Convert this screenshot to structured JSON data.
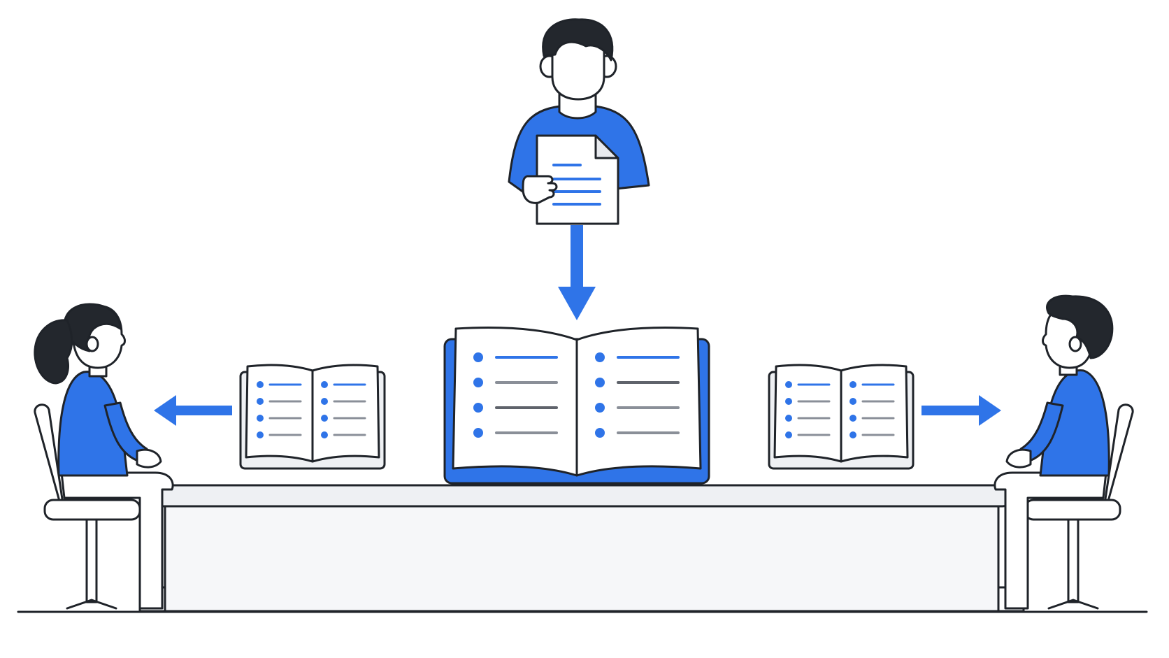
{
  "colors": {
    "accent": "#2f74e8",
    "ink": "#1f2329",
    "paper": "#ffffff",
    "table_top": "#eef0f3",
    "table_body": "#f6f7f9",
    "line_gray": "#8a8f98",
    "hair": "#202124"
  },
  "scene": {
    "presenter": {
      "holds": "document-icon"
    },
    "shared_book": {
      "rows_per_page": 4
    },
    "copies": [
      {
        "side": "left"
      },
      {
        "side": "right"
      }
    ],
    "listeners": [
      {
        "side": "left",
        "hair": "ponytail"
      },
      {
        "side": "right",
        "hair": "short"
      }
    ],
    "arrows": [
      "down-arrow",
      "left-arrow",
      "right-arrow"
    ]
  }
}
